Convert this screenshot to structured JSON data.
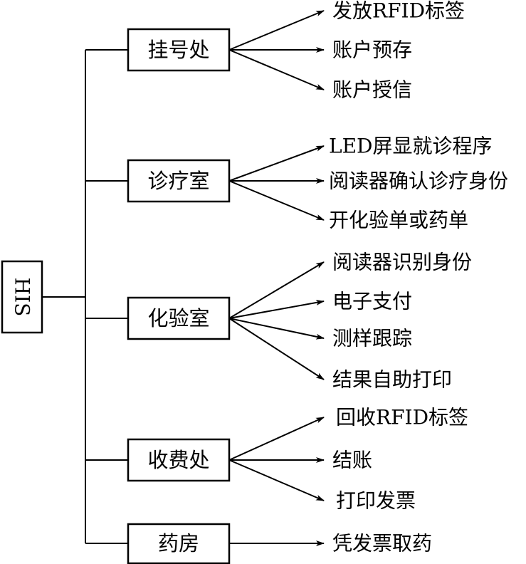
{
  "colors": {
    "stroke": "#000000",
    "background": "#ffffff"
  },
  "root": {
    "label": "HIS"
  },
  "departments": [
    {
      "label": "挂号处",
      "functions": [
        "发放RFID标签",
        "账户预存",
        "账户授信"
      ]
    },
    {
      "label": "诊疗室",
      "functions": [
        "LED屏显就诊程序",
        "阅读器确认诊疗身份",
        "开化验单或药单"
      ]
    },
    {
      "label": "化验室",
      "functions": [
        "阅读器识别身份",
        "电子支付",
        "测样跟踪",
        "结果自助打印"
      ]
    },
    {
      "label": "收费处",
      "functions": [
        "回收RFID标签",
        "结账",
        "打印发票"
      ]
    },
    {
      "label": "药房",
      "functions": [
        "凭发票取药"
      ]
    }
  ]
}
